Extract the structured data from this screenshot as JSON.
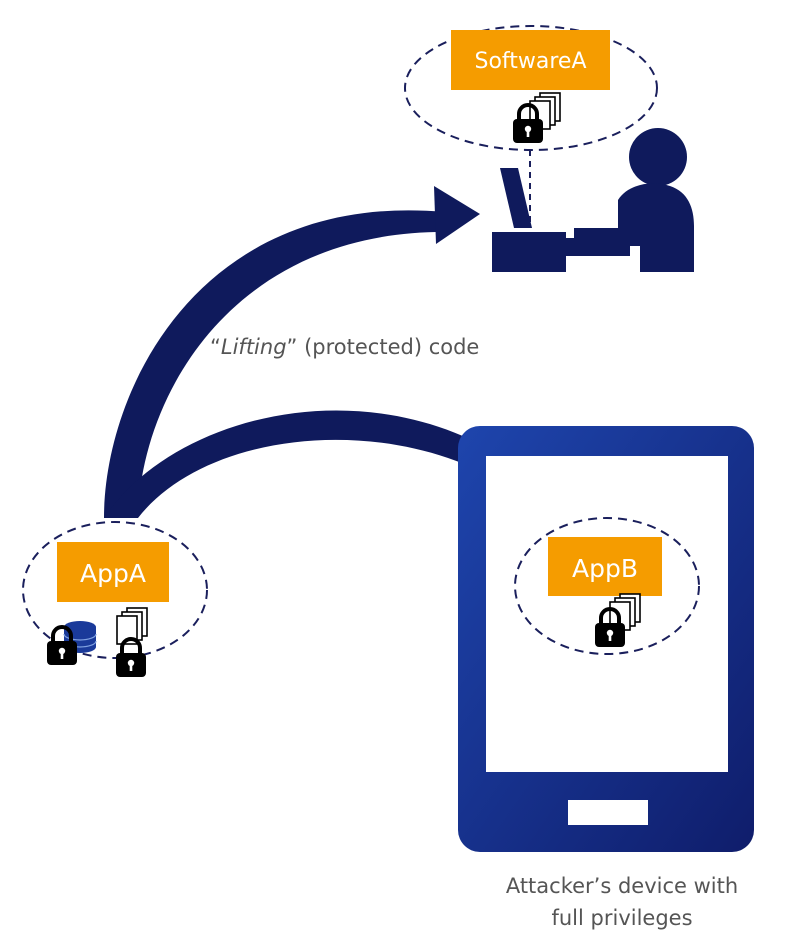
{
  "nodes": {
    "software_a": {
      "label": "SoftwareA"
    },
    "app_a": {
      "label": "AppA"
    },
    "app_b": {
      "label": "AppB"
    }
  },
  "lifting": {
    "open_quote": "“",
    "italic": "Lifting",
    "close_quote": "”",
    "rest": " (protected) code"
  },
  "device": {
    "caption_line1": "Attacker’s device with",
    "caption_line2": "full privileges"
  },
  "colors": {
    "label_fill": "#f59c00",
    "navy": "#0f1a5c",
    "phone_blue": "#1a3a9a"
  },
  "icons": [
    "lock-icon",
    "document-stack-icon",
    "database-icon",
    "person-at-desk-icon",
    "smartphone-icon"
  ]
}
